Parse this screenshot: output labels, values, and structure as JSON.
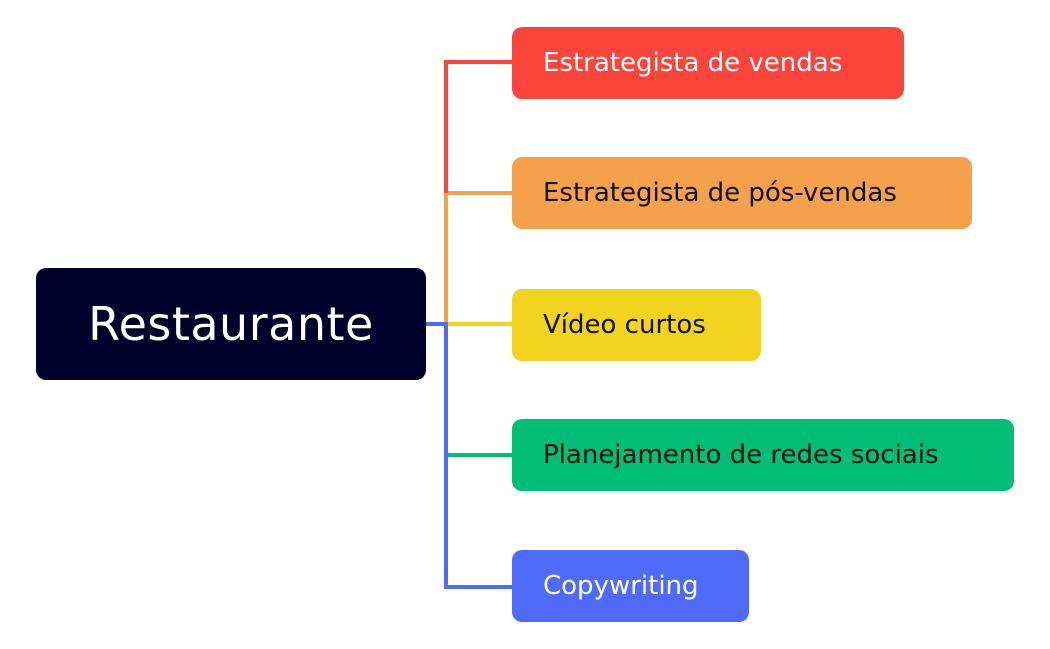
{
  "root": {
    "label": "Restaurante",
    "color": "#01002a",
    "text_color": "#ffffff"
  },
  "branches": [
    {
      "label": "Estrategista de vendas",
      "color": "#fb453c",
      "text_color": "#ffffff"
    },
    {
      "label": "Estrategista de pós-vendas",
      "color": "#f5a04b",
      "text_color": "#111111"
    },
    {
      "label": "Vídeo curtos",
      "color": "#f1d320",
      "text_color": "#111111"
    },
    {
      "label": "Planejamento de redes sociais",
      "color": "#01bd78",
      "text_color": "#111111"
    },
    {
      "label": "Copywriting",
      "color": "#4e6bfb",
      "text_color": "#ffffff"
    }
  ]
}
